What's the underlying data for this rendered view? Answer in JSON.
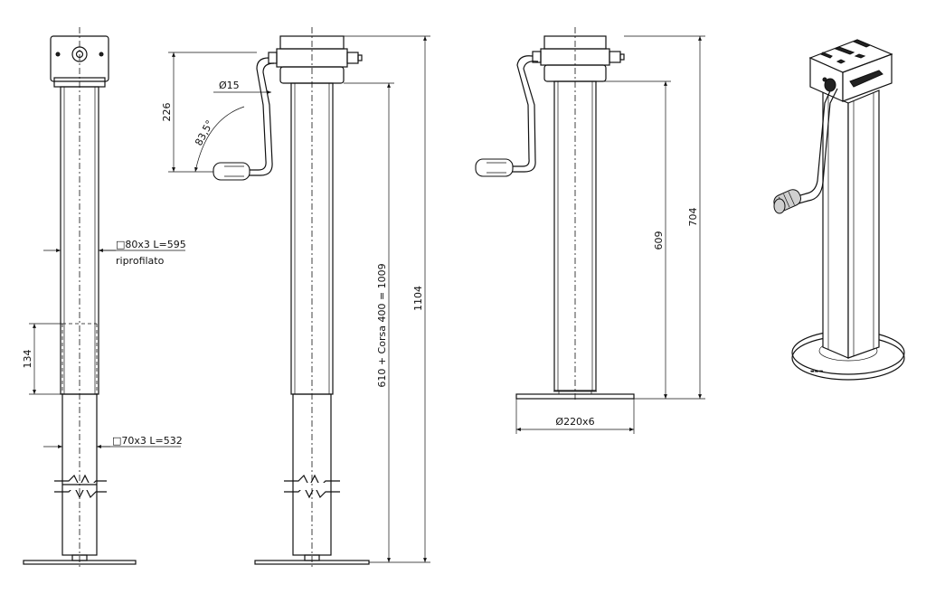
{
  "dimensions": {
    "crank_height": "226",
    "shaft_diameter": "Ø15",
    "crank_angle": "83,5°",
    "outer_tube": "□80x3 L=595",
    "outer_tube_note": "riprofilato",
    "overlap": "134",
    "inner_tube": "□70x3 L=532",
    "travel": "610 + Corsa 400 = 1009",
    "total_height": "1104",
    "retracted_height": "609",
    "height_with_head": "704",
    "foot_plate": "Ø220x6"
  }
}
